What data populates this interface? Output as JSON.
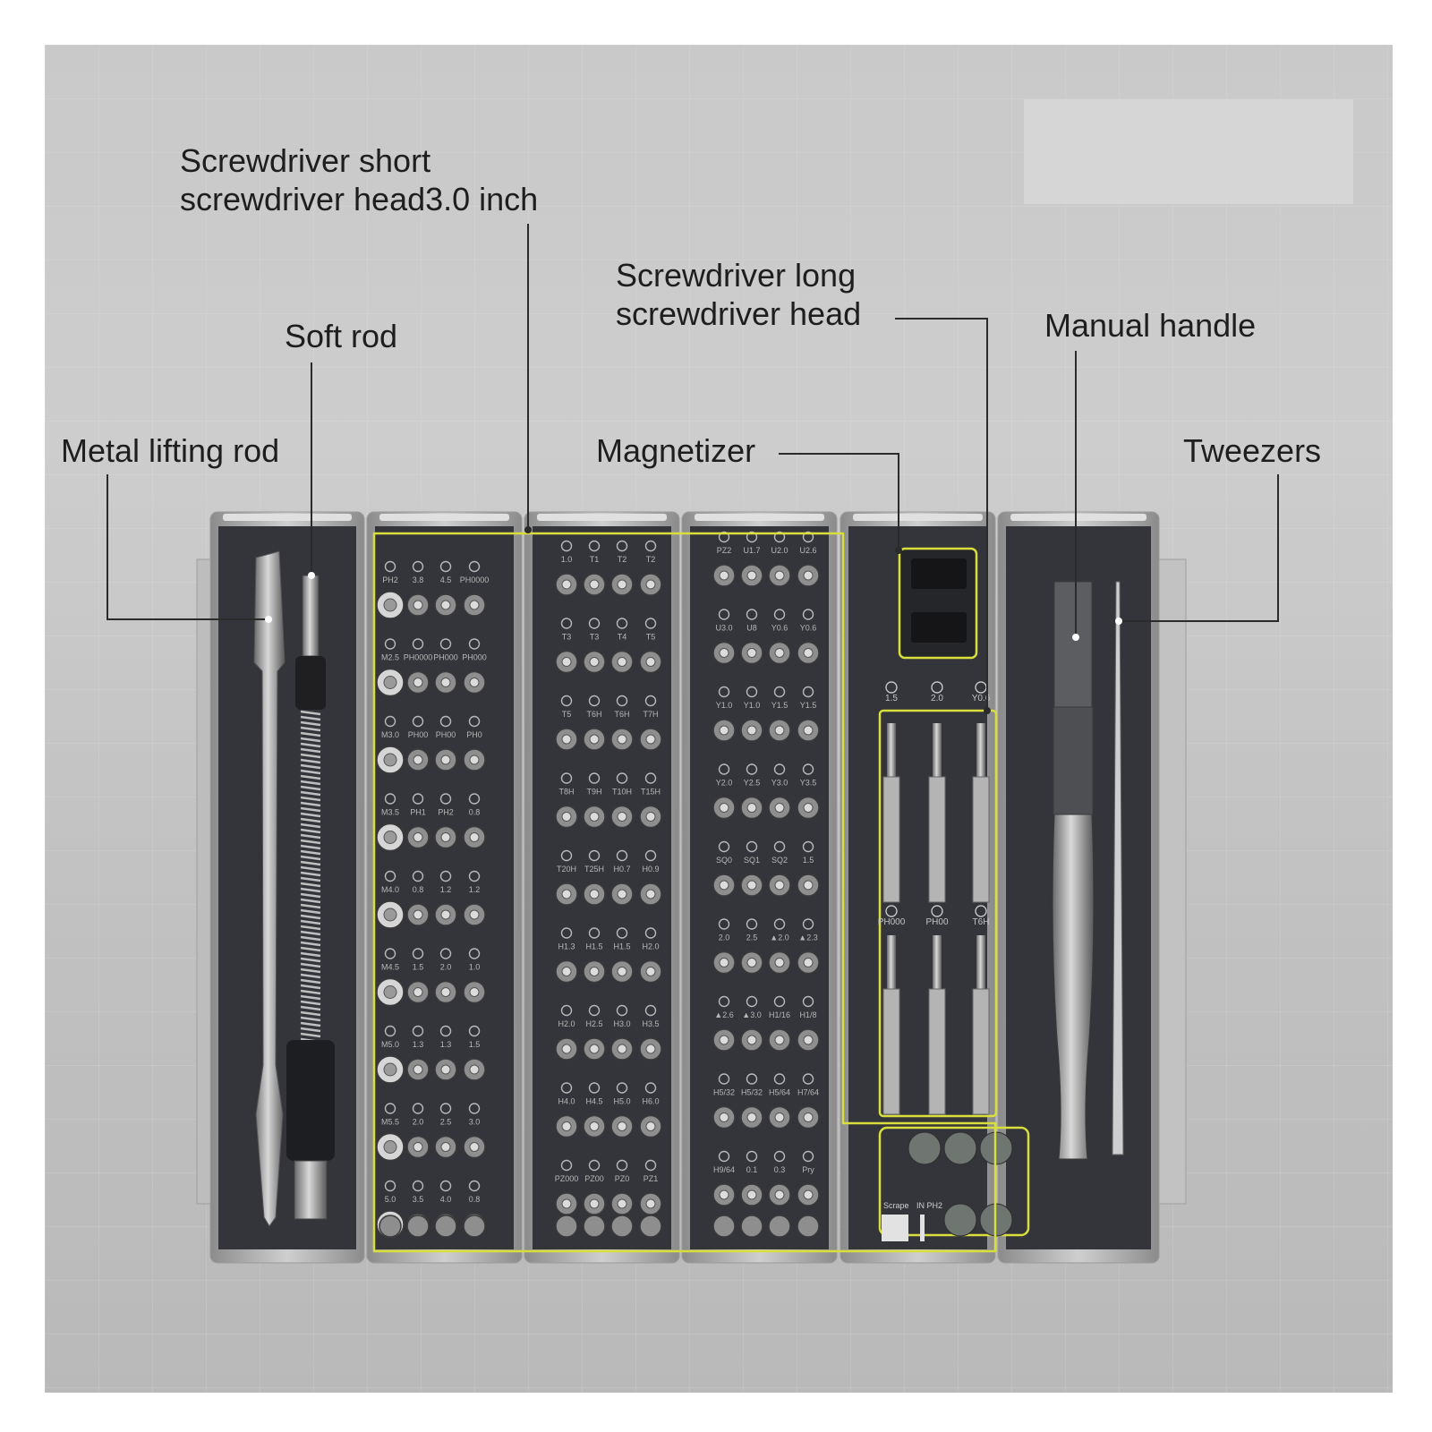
{
  "labels": {
    "short_head": {
      "line1": "Screwdriver short",
      "line2": "screwdriver head3.0 inch"
    },
    "long_head": {
      "line1": "Screwdriver long",
      "line2": "screwdriver head"
    },
    "soft_rod": "Soft rod",
    "manual_handle": "Manual handle",
    "metal_rod": "Metal lifting rod",
    "magnetizer": "Magnetizer",
    "tweezers": "Tweezers"
  },
  "bit_columns": [
    {
      "rows": [
        [
          "PH2",
          "3.8",
          "4.5",
          "PH0000"
        ],
        [
          "M2.5",
          "PH0000",
          "PH000",
          "PH000"
        ],
        [
          "M3.0",
          "PH00",
          "PH00",
          "PH0"
        ],
        [
          "M3.5",
          "PH1",
          "PH2",
          "0.8"
        ],
        [
          "M4.0",
          "0.8",
          "1.2",
          "1.2"
        ],
        [
          "M4.5",
          "1.5",
          "2.0",
          "1.0"
        ],
        [
          "M5.0",
          "1.3",
          "1.3",
          "1.5"
        ],
        [
          "M5.5",
          "2.0",
          "2.5",
          "3.0"
        ],
        [
          "5.0",
          "3.5",
          "4.0",
          "0.8"
        ]
      ]
    },
    {
      "rows": [
        [
          "1.0",
          "T1",
          "T2",
          "T2"
        ],
        [
          "T3",
          "T3",
          "T4",
          "T5"
        ],
        [
          "T5",
          "T6H",
          "T6H",
          "T7H"
        ],
        [
          "T8H",
          "T9H",
          "T10H",
          "T15H"
        ],
        [
          "T20H",
          "T25H",
          "H0.7",
          "H0.9"
        ],
        [
          "H1.3",
          "H1.5",
          "H1.5",
          "H2.0"
        ],
        [
          "H2.0",
          "H2.5",
          "H3.0",
          "H3.5"
        ],
        [
          "H4.0",
          "H4.5",
          "H5.0",
          "H6.0"
        ],
        [
          "PZ000",
          "PZ00",
          "PZ0",
          "PZ1"
        ]
      ]
    },
    {
      "rows": [
        [
          "PZ2",
          "U1.7",
          "U2.0",
          "U2.6"
        ],
        [
          "U3.0",
          "U8",
          "Y0.6",
          "Y0.6"
        ],
        [
          "Y1.0",
          "Y1.0",
          "Y1.5",
          "Y1.5"
        ],
        [
          "Y2.0",
          "Y2.5",
          "Y3.0",
          "Y3.5"
        ],
        [
          "SQ0",
          "SQ1",
          "SQ2",
          "1.5"
        ],
        [
          "2.0",
          "2.5",
          "▲2.0",
          "▲2.3"
        ],
        [
          "▲2.6",
          "▲3.0",
          "H1/16",
          "H1/8"
        ],
        [
          "H5/32",
          "H5/32",
          "H5/64",
          "H7/64"
        ],
        [
          "H9/64",
          "0.1",
          "0.3",
          "Pry"
        ]
      ]
    }
  ],
  "long_bits": {
    "top": [
      "1.5",
      "2.0",
      "Y0.6"
    ],
    "bottom": [
      "PH000",
      "PH00",
      "T6H"
    ]
  },
  "accessory_labels": {
    "scrape": "Scrape",
    "pin": "IN PH2"
  }
}
